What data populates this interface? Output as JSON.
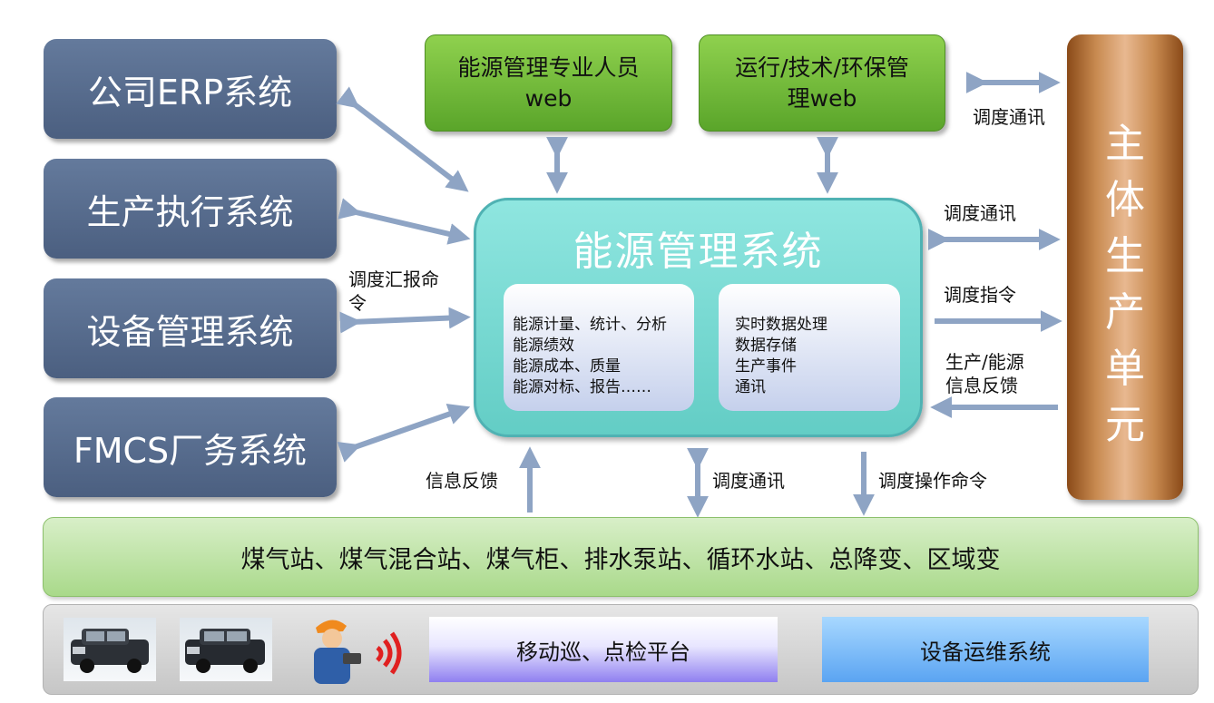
{
  "left_systems": [
    "公司ERP系统",
    "生产执行系统",
    "设备管理系统",
    "FMCS厂务系统"
  ],
  "top_boxes": {
    "energy_staff": [
      "能源管理专业人员",
      "web"
    ],
    "ops_mgmt": [
      "运行/技术/环保管",
      "理web"
    ]
  },
  "center": {
    "title": "能源管理系统",
    "left_panel": [
      "能源计量、统计、分析",
      "能源绩效",
      "能源成本、质量",
      "能源对标、报告……"
    ],
    "right_panel": [
      "实时数据处理",
      "数据存储",
      "生产事件",
      "通讯"
    ]
  },
  "main_unit": "主体生产单元",
  "labels": {
    "dispatch_report": [
      "调度汇报命",
      "令"
    ],
    "dispatch_comm_top": "调度通讯",
    "dispatch_comm_mid": "调度通讯",
    "dispatch_instruction": "调度指令",
    "production_feedback": [
      "生产/能源",
      "信息反馈"
    ],
    "info_feedback": "信息反馈",
    "dispatch_comm_bottom": "调度通讯",
    "dispatch_operation": "调度操作命令"
  },
  "stations_bar": "煤气站、煤气混合站、煤气柜、排水泵站、循环水站、总降变、区域变",
  "mobile_platform": "移动巡、点检平台",
  "equipment_ops": "设备运维系统",
  "colors": {
    "left_box": "#56698a",
    "green_box": "#6db53a",
    "center": "#72d6cf",
    "arrow": "#8ea4c4",
    "main_unit": "#c88a50"
  }
}
